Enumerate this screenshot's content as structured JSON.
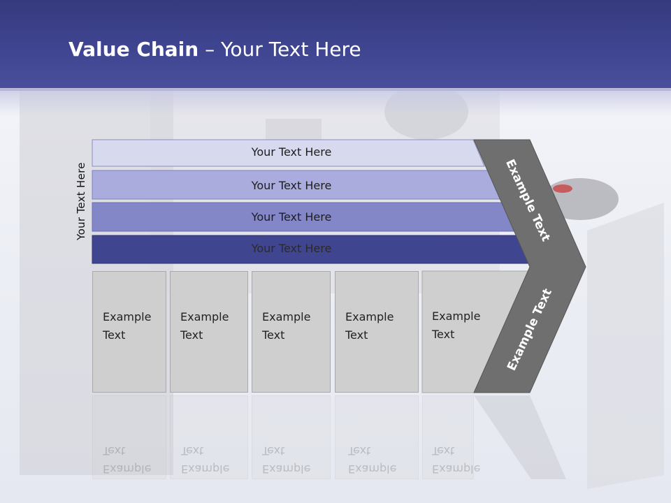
{
  "title": {
    "bold": "Value Chain",
    "rest": " – Your Text Here"
  },
  "side_label": "Your Text Here",
  "rows": [
    {
      "label": "Your Text Here",
      "color": "#d7d9ee"
    },
    {
      "label": "Your Text Here",
      "color": "#a9acdd"
    },
    {
      "label": "Your Text Here",
      "color": "#8387c8"
    },
    {
      "label": "Your Text Here",
      "color": "#40458f"
    }
  ],
  "boxes": [
    {
      "line1": "Example",
      "line2": "Text"
    },
    {
      "line1": "Example",
      "line2": "Text"
    },
    {
      "line1": "Example",
      "line2": "Text"
    },
    {
      "line1": "Example",
      "line2": "Text"
    },
    {
      "line1": "Example",
      "line2": "Text"
    }
  ],
  "chevron": {
    "upper": "Example Text",
    "lower": "Example Text",
    "color": "#6f6f6f"
  },
  "colors": {
    "band": "#3f4591",
    "box": "#cfcfcf"
  }
}
